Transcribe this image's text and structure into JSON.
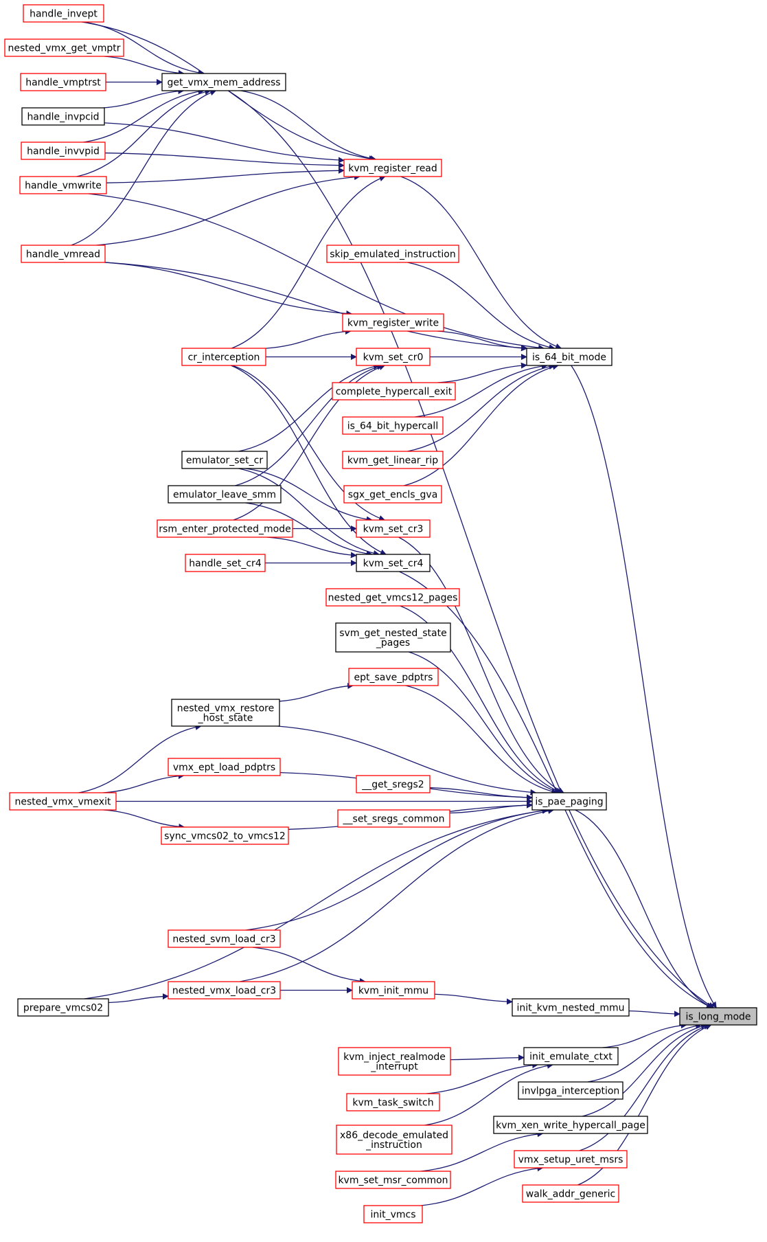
{
  "colors": {
    "edge": "#191970",
    "border_default": "#000000",
    "border_highlight": "#ff0000",
    "fill_default": "#ffffff",
    "fill_focus": "#bfbfbf"
  },
  "nodes": {
    "handle_invept": {
      "label": [
        "handle_invept"
      ],
      "style": "red"
    },
    "nested_vmx_get_vmptr": {
      "label": [
        "nested_vmx_get_vmptr"
      ],
      "style": "red"
    },
    "handle_vmptrst": {
      "label": [
        "handle_vmptrst"
      ],
      "style": "red"
    },
    "handle_invpcid": {
      "label": [
        "handle_invpcid"
      ],
      "style": "black"
    },
    "handle_invvpid": {
      "label": [
        "handle_invvpid"
      ],
      "style": "red"
    },
    "handle_vmwrite": {
      "label": [
        "handle_vmwrite"
      ],
      "style": "red"
    },
    "handle_vmread": {
      "label": [
        "handle_vmread"
      ],
      "style": "red"
    },
    "cr_interception": {
      "label": [
        "cr_interception"
      ],
      "style": "red"
    },
    "emulator_set_cr": {
      "label": [
        "emulator_set_cr"
      ],
      "style": "black"
    },
    "emulator_leave_smm": {
      "label": [
        "emulator_leave_smm"
      ],
      "style": "black"
    },
    "rsm_enter_protected_mode": {
      "label": [
        "rsm_enter_protected_mode"
      ],
      "style": "red"
    },
    "handle_set_cr4": {
      "label": [
        "handle_set_cr4"
      ],
      "style": "red"
    },
    "nested_vmx_restore_host_state": {
      "label": [
        "nested_vmx_restore",
        "_host_state"
      ],
      "style": "black"
    },
    "vmx_ept_load_pdptrs": {
      "label": [
        "vmx_ept_load_pdptrs"
      ],
      "style": "red"
    },
    "nested_vmx_vmexit": {
      "label": [
        "nested_vmx_vmexit"
      ],
      "style": "red"
    },
    "sync_vmcs02_to_vmcs12": {
      "label": [
        "sync_vmcs02_to_vmcs12"
      ],
      "style": "red"
    },
    "nested_svm_load_cr3": {
      "label": [
        "nested_svm_load_cr3"
      ],
      "style": "red"
    },
    "nested_vmx_load_cr3": {
      "label": [
        "nested_vmx_load_cr3"
      ],
      "style": "red"
    },
    "prepare_vmcs02": {
      "label": [
        "prepare_vmcs02"
      ],
      "style": "black"
    },
    "get_vmx_mem_address": {
      "label": [
        "get_vmx_mem_address"
      ],
      "style": "black"
    },
    "kvm_register_read": {
      "label": [
        "kvm_register_read"
      ],
      "style": "red"
    },
    "skip_emulated_instruction": {
      "label": [
        "skip_emulated_instruction"
      ],
      "style": "red"
    },
    "kvm_register_write": {
      "label": [
        "kvm_register_write"
      ],
      "style": "red"
    },
    "kvm_set_cr0": {
      "label": [
        "kvm_set_cr0"
      ],
      "style": "red"
    },
    "complete_hypercall_exit": {
      "label": [
        "complete_hypercall_exit"
      ],
      "style": "red"
    },
    "is_64_bit_hypercall": {
      "label": [
        "is_64_bit_hypercall"
      ],
      "style": "red"
    },
    "kvm_get_linear_rip": {
      "label": [
        "kvm_get_linear_rip"
      ],
      "style": "red"
    },
    "sgx_get_encls_gva": {
      "label": [
        "sgx_get_encls_gva"
      ],
      "style": "red"
    },
    "kvm_set_cr3": {
      "label": [
        "kvm_set_cr3"
      ],
      "style": "red"
    },
    "kvm_set_cr4": {
      "label": [
        "kvm_set_cr4"
      ],
      "style": "black"
    },
    "nested_get_vmcs12_pages": {
      "label": [
        "nested_get_vmcs12_pages"
      ],
      "style": "red"
    },
    "svm_get_nested_state_pages": {
      "label": [
        "svm_get_nested_state",
        "_pages"
      ],
      "style": "black"
    },
    "ept_save_pdptrs": {
      "label": [
        "ept_save_pdptrs"
      ],
      "style": "red"
    },
    "__get_sregs2": {
      "label": [
        "__get_sregs2"
      ],
      "style": "red"
    },
    "__set_sregs_common": {
      "label": [
        "__set_sregs_common"
      ],
      "style": "red"
    },
    "kvm_init_mmu": {
      "label": [
        "kvm_init_mmu"
      ],
      "style": "red"
    },
    "kvm_inject_realmode_interrupt": {
      "label": [
        "kvm_inject_realmode",
        "_interrupt"
      ],
      "style": "red"
    },
    "kvm_task_switch": {
      "label": [
        "kvm_task_switch"
      ],
      "style": "red"
    },
    "x86_decode_emulated_instruction": {
      "label": [
        "x86_decode_emulated",
        "_instruction"
      ],
      "style": "red"
    },
    "kvm_set_msr_common": {
      "label": [
        "kvm_set_msr_common"
      ],
      "style": "red"
    },
    "init_vmcs": {
      "label": [
        "init_vmcs"
      ],
      "style": "red"
    },
    "is_64_bit_mode": {
      "label": [
        "is_64_bit_mode"
      ],
      "style": "black"
    },
    "is_pae_paging": {
      "label": [
        "is_pae_paging"
      ],
      "style": "black"
    },
    "init_kvm_nested_mmu": {
      "label": [
        "init_kvm_nested_mmu"
      ],
      "style": "black"
    },
    "init_emulate_ctxt": {
      "label": [
        "init_emulate_ctxt"
      ],
      "style": "black"
    },
    "invlpga_interception": {
      "label": [
        "invlpga_interception"
      ],
      "style": "black"
    },
    "kvm_xen_write_hypercall_page": {
      "label": [
        "kvm_xen_write_hypercall_page"
      ],
      "style": "black"
    },
    "vmx_setup_uret_msrs": {
      "label": [
        "vmx_setup_uret_msrs"
      ],
      "style": "red"
    },
    "walk_addr_generic": {
      "label": [
        "walk_addr_generic"
      ],
      "style": "red"
    },
    "is_long_mode": {
      "label": [
        "is_long_mode"
      ],
      "style": "focus"
    }
  },
  "edges": [
    [
      "handle_invept",
      "get_vmx_mem_address"
    ],
    [
      "nested_vmx_get_vmptr",
      "get_vmx_mem_address"
    ],
    [
      "handle_vmptrst",
      "get_vmx_mem_address"
    ],
    [
      "handle_invpcid",
      "get_vmx_mem_address"
    ],
    [
      "handle_invvpid",
      "get_vmx_mem_address"
    ],
    [
      "handle_vmwrite",
      "get_vmx_mem_address"
    ],
    [
      "handle_vmread",
      "get_vmx_mem_address"
    ],
    [
      "handle_invept",
      "kvm_register_read"
    ],
    [
      "get_vmx_mem_address",
      "kvm_register_read"
    ],
    [
      "handle_invpcid",
      "kvm_register_read"
    ],
    [
      "handle_invvpid",
      "kvm_register_read"
    ],
    [
      "handle_vmwrite",
      "kvm_register_read"
    ],
    [
      "handle_vmread",
      "kvm_register_read"
    ],
    [
      "cr_interception",
      "kvm_register_read"
    ],
    [
      "get_vmx_mem_address",
      "is_long_mode"
    ],
    [
      "kvm_register_read",
      "is_64_bit_mode"
    ],
    [
      "handle_vmwrite",
      "is_64_bit_mode"
    ],
    [
      "handle_vmread",
      "is_64_bit_mode"
    ],
    [
      "skip_emulated_instruction",
      "is_64_bit_mode"
    ],
    [
      "kvm_register_write",
      "is_64_bit_mode"
    ],
    [
      "kvm_set_cr0",
      "is_64_bit_mode"
    ],
    [
      "complete_hypercall_exit",
      "is_64_bit_mode"
    ],
    [
      "is_64_bit_hypercall",
      "is_64_bit_mode"
    ],
    [
      "kvm_get_linear_rip",
      "is_64_bit_mode"
    ],
    [
      "sgx_get_encls_gva",
      "is_64_bit_mode"
    ],
    [
      "handle_vmread",
      "kvm_register_write"
    ],
    [
      "cr_interception",
      "kvm_register_write"
    ],
    [
      "cr_interception",
      "kvm_set_cr0"
    ],
    [
      "emulator_set_cr",
      "kvm_set_cr0"
    ],
    [
      "emulator_leave_smm",
      "kvm_set_cr0"
    ],
    [
      "rsm_enter_protected_mode",
      "kvm_set_cr0"
    ],
    [
      "cr_interception",
      "kvm_set_cr3"
    ],
    [
      "emulator_set_cr",
      "kvm_set_cr3"
    ],
    [
      "rsm_enter_protected_mode",
      "kvm_set_cr3"
    ],
    [
      "cr_interception",
      "kvm_set_cr4"
    ],
    [
      "emulator_set_cr",
      "kvm_set_cr4"
    ],
    [
      "emulator_leave_smm",
      "kvm_set_cr4"
    ],
    [
      "rsm_enter_protected_mode",
      "kvm_set_cr4"
    ],
    [
      "handle_set_cr4",
      "kvm_set_cr4"
    ],
    [
      "is_64_bit_mode",
      "is_long_mode"
    ],
    [
      "kvm_set_cr3",
      "is_pae_paging"
    ],
    [
      "kvm_set_cr4",
      "is_long_mode"
    ],
    [
      "nested_get_vmcs12_pages",
      "is_pae_paging"
    ],
    [
      "svm_get_nested_state_pages",
      "is_pae_paging"
    ],
    [
      "ept_save_pdptrs",
      "is_pae_paging"
    ],
    [
      "nested_vmx_restore_host_state",
      "ept_save_pdptrs"
    ],
    [
      "nested_vmx_restore_host_state",
      "is_pae_paging"
    ],
    [
      "nested_vmx_vmexit",
      "nested_vmx_restore_host_state"
    ],
    [
      "vmx_ept_load_pdptrs",
      "is_pae_paging"
    ],
    [
      "nested_vmx_vmexit",
      "vmx_ept_load_pdptrs"
    ],
    [
      "__get_sregs2",
      "is_pae_paging"
    ],
    [
      "__set_sregs_common",
      "is_pae_paging"
    ],
    [
      "sync_vmcs02_to_vmcs12",
      "is_pae_paging"
    ],
    [
      "nested_vmx_vmexit",
      "sync_vmcs02_to_vmcs12"
    ],
    [
      "nested_vmx_vmexit",
      "is_pae_paging"
    ],
    [
      "nested_svm_load_cr3",
      "is_pae_paging"
    ],
    [
      "nested_svm_load_cr3",
      "kvm_init_mmu"
    ],
    [
      "nested_vmx_load_cr3",
      "is_pae_paging"
    ],
    [
      "nested_vmx_load_cr3",
      "kvm_init_mmu"
    ],
    [
      "prepare_vmcs02",
      "nested_vmx_load_cr3"
    ],
    [
      "prepare_vmcs02",
      "is_pae_paging"
    ],
    [
      "is_pae_paging",
      "is_long_mode"
    ],
    [
      "kvm_init_mmu",
      "init_kvm_nested_mmu"
    ],
    [
      "init_kvm_nested_mmu",
      "is_long_mode"
    ],
    [
      "kvm_inject_realmode_interrupt",
      "init_emulate_ctxt"
    ],
    [
      "kvm_task_switch",
      "init_emulate_ctxt"
    ],
    [
      "x86_decode_emulated_instruction",
      "init_emulate_ctxt"
    ],
    [
      "init_emulate_ctxt",
      "is_long_mode"
    ],
    [
      "invlpga_interception",
      "is_long_mode"
    ],
    [
      "kvm_set_msr_common",
      "kvm_xen_write_hypercall_page"
    ],
    [
      "kvm_xen_write_hypercall_page",
      "is_long_mode"
    ],
    [
      "init_vmcs",
      "vmx_setup_uret_msrs"
    ],
    [
      "vmx_setup_uret_msrs",
      "is_long_mode"
    ],
    [
      "walk_addr_generic",
      "is_long_mode"
    ]
  ]
}
